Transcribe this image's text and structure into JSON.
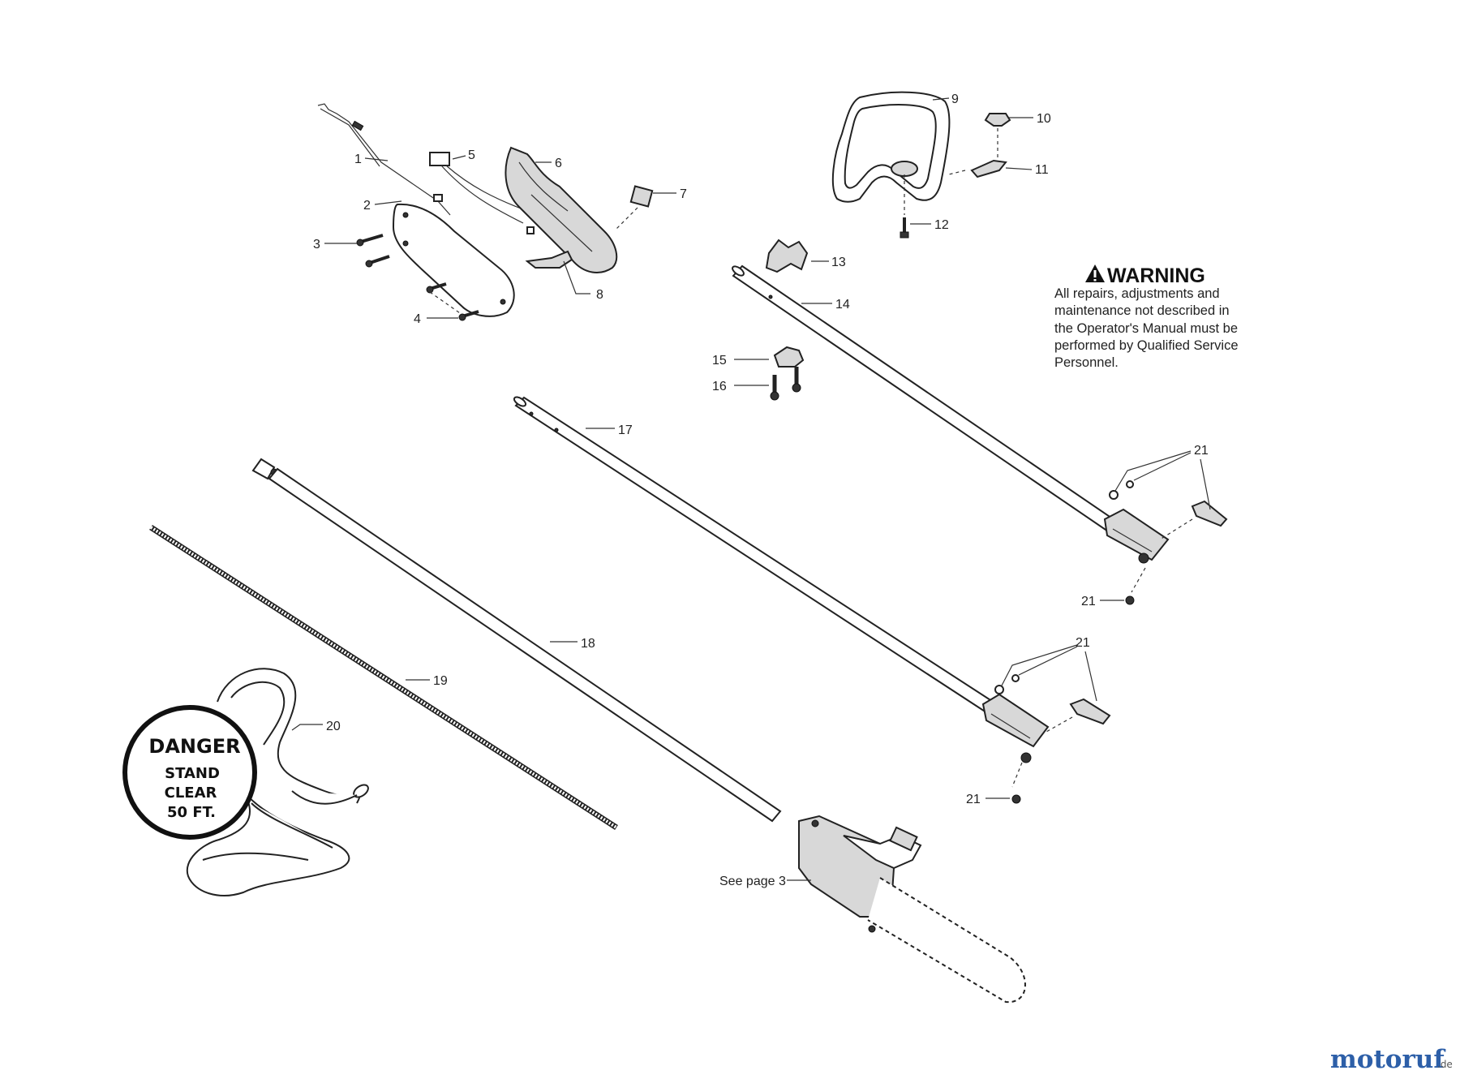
{
  "callouts": {
    "c1": "1",
    "c2": "2",
    "c3": "3",
    "c4": "4",
    "c5": "5",
    "c6": "6",
    "c7": "7",
    "c8": "8",
    "c9": "9",
    "c10": "10",
    "c11": "11",
    "c12": "12",
    "c13": "13",
    "c14": "14",
    "c15": "15",
    "c16": "16",
    "c17": "17",
    "c18": "18",
    "c19": "19",
    "c20": "20",
    "c21": "21"
  },
  "see_page": "See page 3",
  "warning": {
    "title": "WARNING",
    "lines": [
      "All repairs, adjustments and",
      "maintenance not described in",
      "the Operator's Manual must be",
      "performed by Qualified Service",
      "Personnel."
    ]
  },
  "danger_tag": {
    "title": "DANGER",
    "lines": [
      "STAND",
      "CLEAR",
      "50 FT."
    ]
  },
  "watermark": {
    "main": "motoruf",
    "suffix": ".de",
    "colors": [
      "#d7322e",
      "#2d5fa8",
      "#3a9a3c",
      "#e7a321"
    ]
  }
}
